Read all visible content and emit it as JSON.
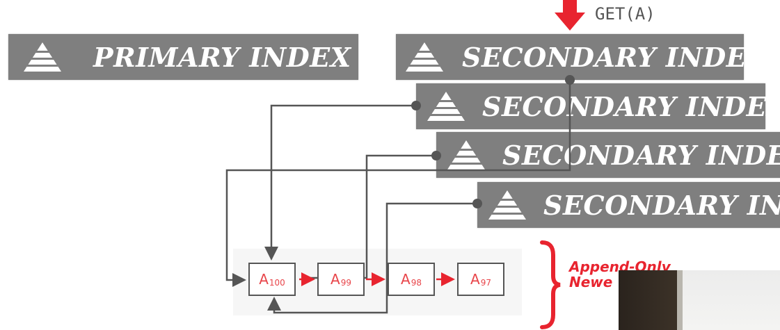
{
  "get_label": "GET(A)",
  "indexes": {
    "primary": "PRIMARY INDEX",
    "secondary_1": "SECONDARY INDEX",
    "secondary_2": "SECONDARY INDEX",
    "secondary_3": "SECONDARY INDEX",
    "secondary_4": "SECONDARY INDE"
  },
  "chain": {
    "nodes": [
      {
        "base": "A",
        "sub": "100"
      },
      {
        "base": "A",
        "sub": "99"
      },
      {
        "base": "A",
        "sub": "98"
      },
      {
        "base": "A",
        "sub": "97"
      }
    ]
  },
  "annotation": {
    "line1": "Append-Only",
    "line2": "Newe"
  },
  "colors": {
    "bar": "#7f7f7f",
    "accent_red": "#e8242f",
    "wire": "#555555"
  }
}
